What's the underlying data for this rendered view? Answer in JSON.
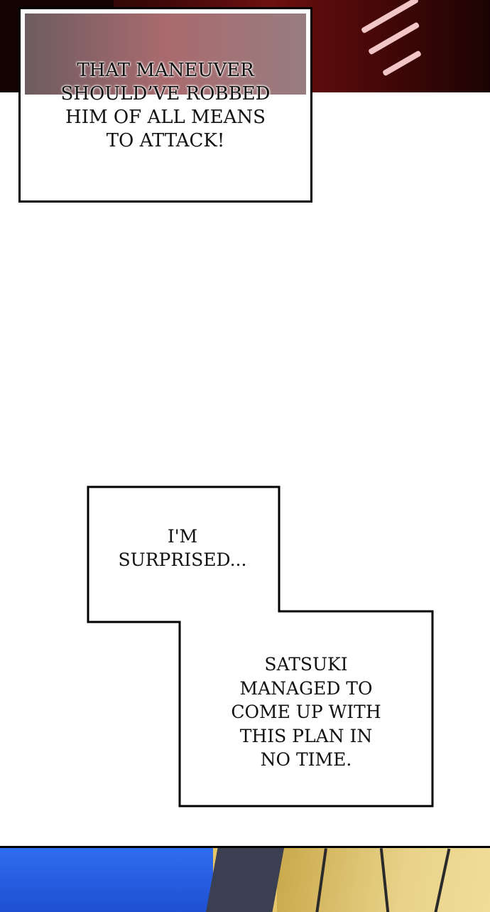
{
  "captions": {
    "first": {
      "lines": [
        "THAT MANEUVER",
        "SHOULD’VE ROBBED",
        "HIM OF ALL MEANS",
        "TO ATTACK!"
      ]
    },
    "second": {
      "lines": [
        "I'M",
        "SURPRISED..."
      ]
    },
    "third": {
      "lines": [
        "SATSUKI",
        "MANAGED TO",
        "COME UP WITH",
        "THIS PLAN IN",
        "NO TIME."
      ]
    }
  },
  "colors": {
    "top_panel": "#6d1010",
    "bottom_blue": "#2f6df0",
    "bottom_yellow": "#e9d38a",
    "border": "#000000"
  }
}
